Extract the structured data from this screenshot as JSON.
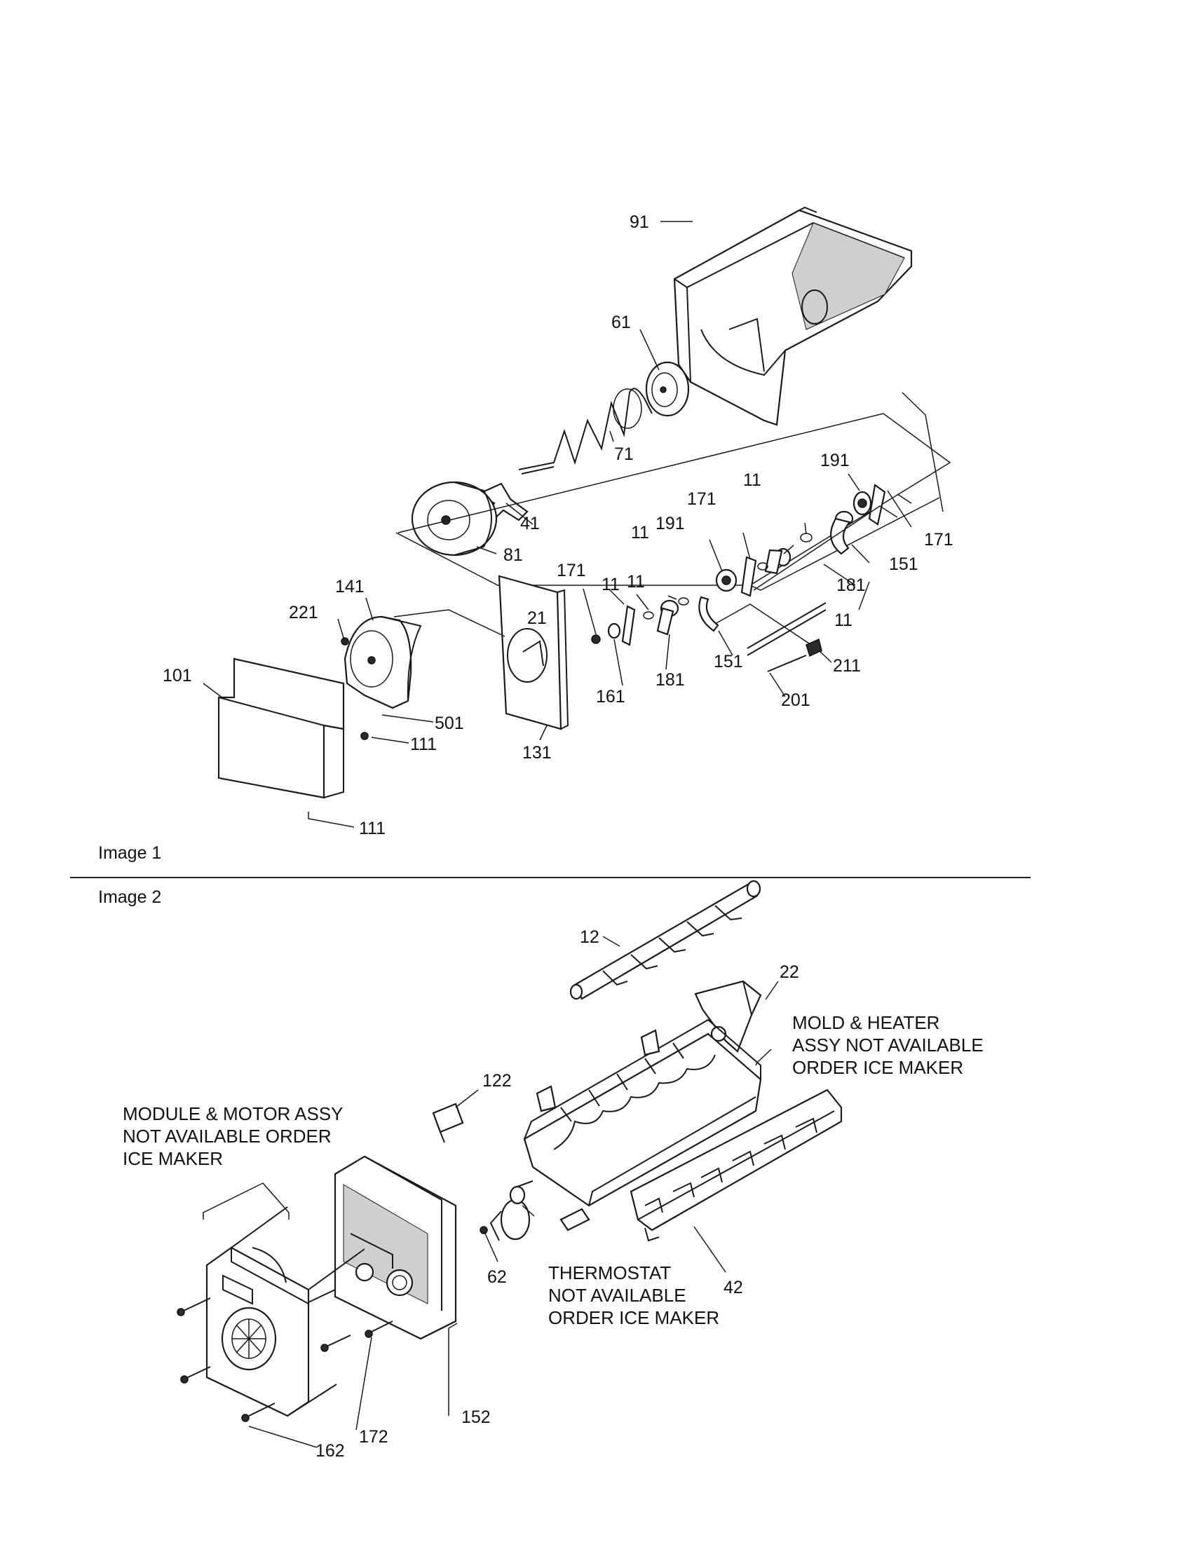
{
  "sections": [
    {
      "label": "Image 1"
    },
    {
      "label": "Image 2"
    }
  ],
  "image1_parts": [
    "91",
    "61",
    "71",
    "41",
    "81",
    "191",
    "11",
    "171",
    "171",
    "191",
    "11",
    "171",
    "151",
    "181",
    "11",
    "141",
    "221",
    "21",
    "11",
    "11",
    "101",
    "161",
    "181",
    "151",
    "211",
    "201",
    "501",
    "131",
    "111",
    "111"
  ],
  "image2_parts": [
    "12",
    "22",
    "122",
    "62",
    "42",
    "152",
    "172",
    "162"
  ],
  "notes": {
    "mold_heater": [
      "MOLD & HEATER",
      "ASSY NOT AVAILABLE",
      "ORDER ICE MAKER"
    ],
    "module_motor": [
      "MODULE & MOTOR ASSY",
      "NOT AVAILABLE ORDER",
      "ICE MAKER"
    ],
    "thermostat": [
      "THERMOSTAT",
      "NOT AVAILABLE",
      "ORDER ICE MAKER"
    ]
  }
}
